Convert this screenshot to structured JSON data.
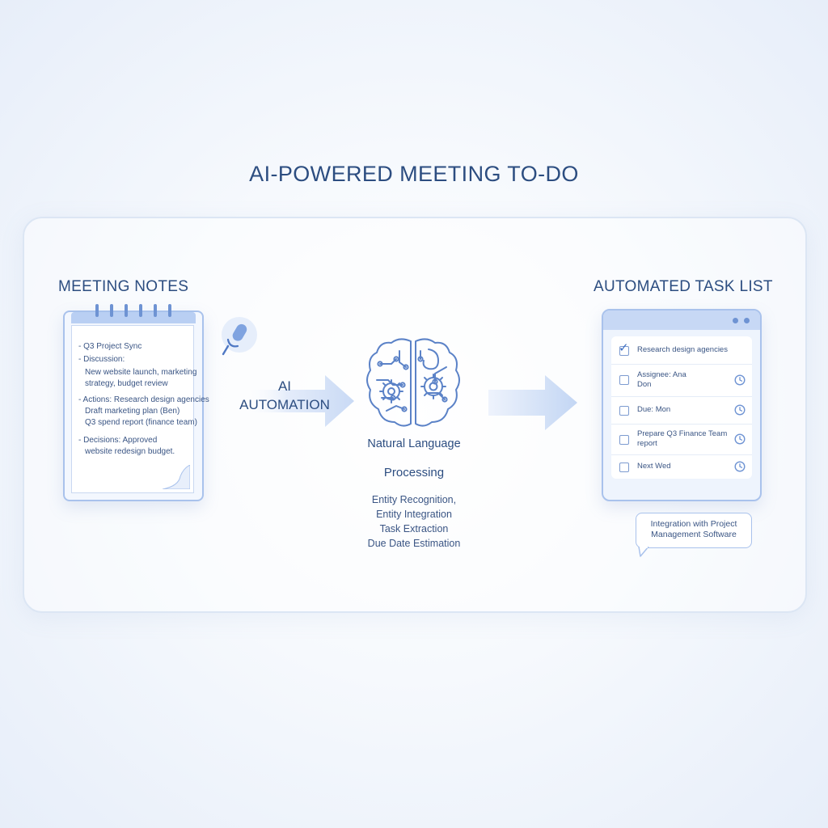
{
  "title": "AI-POWERED MEETING TO-DO",
  "meeting_notes": {
    "heading": "MEETING NOTES",
    "lines": [
      "- Q3 Project Sync",
      "- Discussion:",
      "New website launch, marketing",
      "strategy, budget review",
      "- Actions: Research design agencies",
      "Draft marketing plan (Ben)",
      "Q3 spend report (finance team)",
      "- Decisions: Approved",
      "website redesign budget."
    ]
  },
  "automation": {
    "label_line1": "AI",
    "label_line2": "AUTOMATION"
  },
  "nlp": {
    "line1": "Natural Language",
    "line2": "Processing",
    "features": [
      "Entity Recognition,",
      "Entity Integration",
      "Task Extraction",
      "Due Date Estimation"
    ]
  },
  "task_list": {
    "heading": "AUTOMATED TASK LIST",
    "tasks": [
      {
        "text": "Research design agencies",
        "checked": true,
        "clock": false
      },
      {
        "text": "Assignee: Ana Don",
        "checked": false,
        "clock": true
      },
      {
        "text": "Due: Mon",
        "checked": false,
        "clock": true
      },
      {
        "text": "Prepare Q3 Finance Team report",
        "checked": false,
        "clock": true
      },
      {
        "text": "Next Wed",
        "checked": false,
        "clock": true
      }
    ]
  },
  "integration": {
    "line1": "Integration with Project",
    "line2": "Management Software"
  },
  "colors": {
    "accent": "#6e93d3",
    "text": "#2c4d80",
    "arrow_light": "#e4ecfa",
    "arrow_dark": "#b9cff3"
  }
}
